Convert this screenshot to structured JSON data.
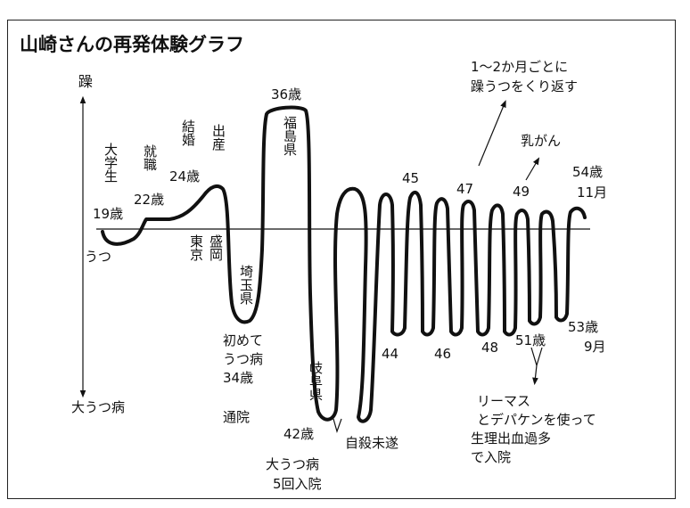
{
  "title": "山崎さんの再発体験グラフ",
  "axis": {
    "top_label": "躁",
    "bottom_label": "大うつ病",
    "baseline_label": "うつ"
  },
  "events": {
    "age19": "19歳",
    "daigakusei": "大学生",
    "shushoku": "就職",
    "age22": "22歳",
    "kekkon": "結婚",
    "shussan": "出産",
    "age24": "24歳",
    "tokyo": "東京",
    "morioka": "盛岡",
    "saitama": "埼玉県",
    "age36": "36歳",
    "fukushima": "福島県",
    "gifu": "岐阜県",
    "hajimete_line1": "初めて",
    "hajimete_line2": "うつ病",
    "hajimete_line3": "34歳",
    "tsuin": "通院",
    "age42": "42歳",
    "daiutsu_line1": "大うつ病",
    "daiutsu_line2": "5回入院",
    "jisatsu": "自殺未遂",
    "age44": "44",
    "age45": "45",
    "age46": "46",
    "age47": "47",
    "age48": "48",
    "age49": "49",
    "age51": "51歳",
    "age53_line1": "53歳",
    "age53_line2": "9月",
    "age54_line1": "54歳",
    "age54_line2": "11月",
    "cycle_line1": "1～2か月ごとに",
    "cycle_line2": "躁うつをくり返す",
    "nyugan": "乳がん",
    "rimasu_line1": "リーマス",
    "rimasu_line2": "とデパケンを使って",
    "rimasu_line3": "生理出血過多",
    "rimasu_line4": "で入院"
  }
}
